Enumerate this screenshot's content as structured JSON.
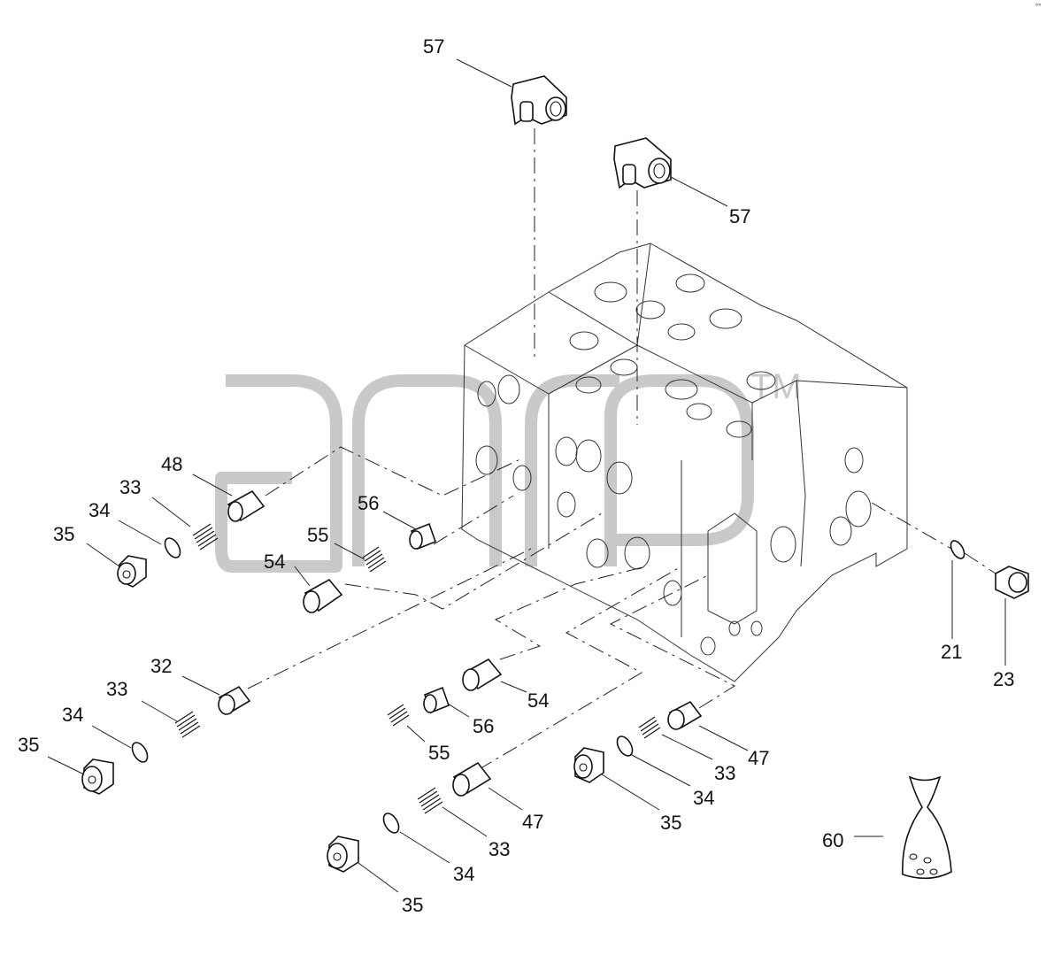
{
  "watermark": {
    "tm": "TM"
  },
  "corner_mark": "°°",
  "callouts": [
    {
      "id": "c57a",
      "label": "57"
    },
    {
      "id": "c57b",
      "label": "57"
    },
    {
      "id": "c48",
      "label": "48"
    },
    {
      "id": "c33a",
      "label": "33"
    },
    {
      "id": "c34a",
      "label": "34"
    },
    {
      "id": "c35a",
      "label": "35"
    },
    {
      "id": "c56a",
      "label": "56"
    },
    {
      "id": "c55a",
      "label": "55"
    },
    {
      "id": "c54a",
      "label": "54"
    },
    {
      "id": "c21",
      "label": "21"
    },
    {
      "id": "c23",
      "label": "23"
    },
    {
      "id": "c32",
      "label": "32"
    },
    {
      "id": "c33b",
      "label": "33"
    },
    {
      "id": "c34b",
      "label": "34"
    },
    {
      "id": "c35b",
      "label": "35"
    },
    {
      "id": "c54b",
      "label": "54"
    },
    {
      "id": "c56b",
      "label": "56"
    },
    {
      "id": "c55b",
      "label": "55"
    },
    {
      "id": "c47a",
      "label": "47"
    },
    {
      "id": "c33c",
      "label": "33"
    },
    {
      "id": "c34c",
      "label": "34"
    },
    {
      "id": "c35c",
      "label": "35"
    },
    {
      "id": "c47b",
      "label": "47"
    },
    {
      "id": "c33d",
      "label": "33"
    },
    {
      "id": "c34d",
      "label": "34"
    },
    {
      "id": "c35d",
      "label": "35"
    },
    {
      "id": "c60",
      "label": "60"
    }
  ]
}
